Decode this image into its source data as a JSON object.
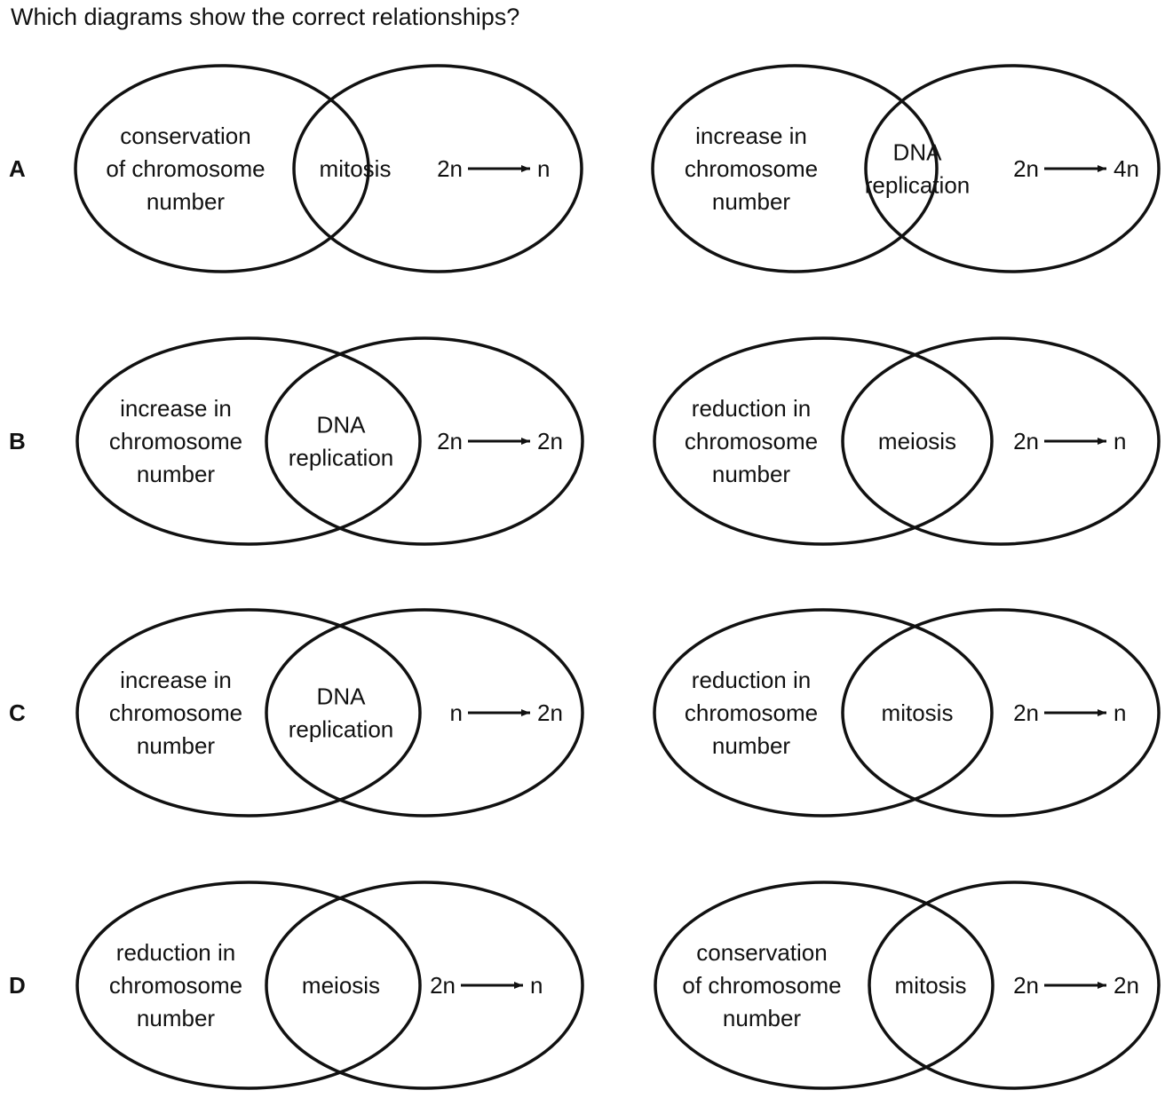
{
  "question": "Which diagrams show the correct relationships?",
  "rows": [
    {
      "letter": "A",
      "diagrams": [
        {
          "left": [
            "conservation",
            "of chromosome",
            "number"
          ],
          "center": [
            "mitosis"
          ],
          "right": {
            "from": "2n",
            "to": "n"
          }
        },
        {
          "left": [
            "increase in",
            "chromosome",
            "number"
          ],
          "center": [
            "DNA",
            "replication"
          ],
          "right": {
            "from": "2n",
            "to": "4n"
          }
        }
      ]
    },
    {
      "letter": "B",
      "diagrams": [
        {
          "left": [
            "increase in",
            "chromosome",
            "number"
          ],
          "center": [
            "DNA",
            "replication"
          ],
          "right": {
            "from": "2n",
            "to": "2n"
          }
        },
        {
          "left": [
            "reduction in",
            "chromosome",
            "number"
          ],
          "center": [
            "meiosis"
          ],
          "right": {
            "from": "2n",
            "to": "n"
          }
        }
      ]
    },
    {
      "letter": "C",
      "diagrams": [
        {
          "left": [
            "increase in",
            "chromosome",
            "number"
          ],
          "center": [
            "DNA",
            "replication"
          ],
          "right": {
            "from": "n",
            "to": "2n"
          }
        },
        {
          "left": [
            "reduction in",
            "chromosome",
            "number"
          ],
          "center": [
            "mitosis"
          ],
          "right": {
            "from": "2n",
            "to": "n"
          }
        }
      ]
    },
    {
      "letter": "D",
      "diagrams": [
        {
          "left": [
            "reduction in",
            "chromosome",
            "number"
          ],
          "center": [
            "meiosis"
          ],
          "right": {
            "from": "2n",
            "to": "n"
          }
        },
        {
          "left": [
            "conservation",
            "of chromosome",
            "number"
          ],
          "center": [
            "mitosis"
          ],
          "right": {
            "from": "2n",
            "to": "2n"
          }
        }
      ]
    }
  ]
}
